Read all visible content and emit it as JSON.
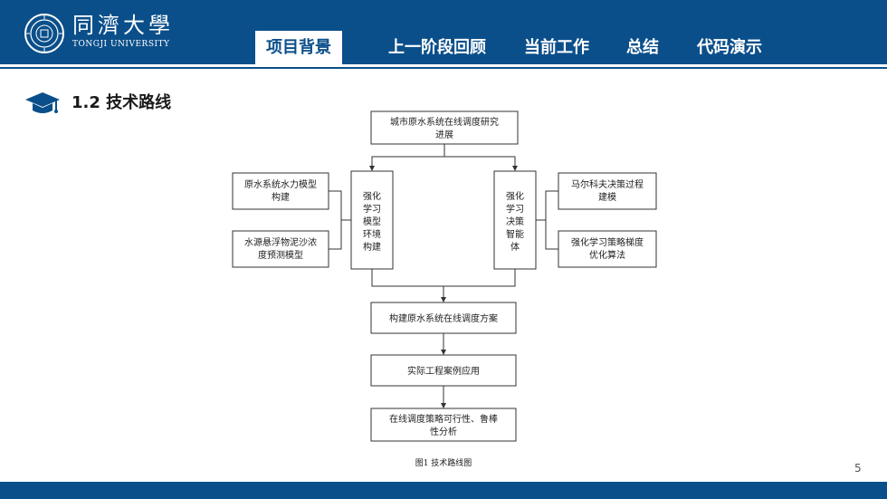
{
  "header": {
    "university_cn": "同濟大學",
    "university_en": "TONGJI UNIVERSITY",
    "tabs": [
      {
        "label": "项目背景",
        "active": true
      },
      {
        "label": "上一阶段回顾",
        "active": false
      },
      {
        "label": "当前工作",
        "active": false
      },
      {
        "label": "总结",
        "active": false
      },
      {
        "label": "代码演示",
        "active": false
      }
    ]
  },
  "section": {
    "icon": "graduation-cap-icon",
    "title": "1.2 技术路线"
  },
  "diagram": {
    "top": [
      "城市原水系统在线调度研究",
      "进展"
    ],
    "left_center": [
      "强化",
      "学习",
      "模型",
      "环境",
      "构建"
    ],
    "right_center": [
      "强化",
      "学习",
      "决策",
      "智能",
      "体"
    ],
    "left_box1": [
      "原水系统水力模型",
      "构建"
    ],
    "left_box2": [
      "水源悬浮物泥沙浓",
      "度预测模型"
    ],
    "right_box1": [
      "马尔科夫决策过程",
      "建模"
    ],
    "right_box2": [
      "强化学习策略梯度",
      "优化算法"
    ],
    "step1": "构建原水系统在线调度方案",
    "step2": "实际工程案例应用",
    "step3": [
      "在线调度策略可行性、鲁棒",
      "性分析"
    ],
    "caption": "图1 技术路线图"
  },
  "page_number": "5",
  "colors": {
    "brand": "#0b4f8a",
    "line": "#333333"
  }
}
